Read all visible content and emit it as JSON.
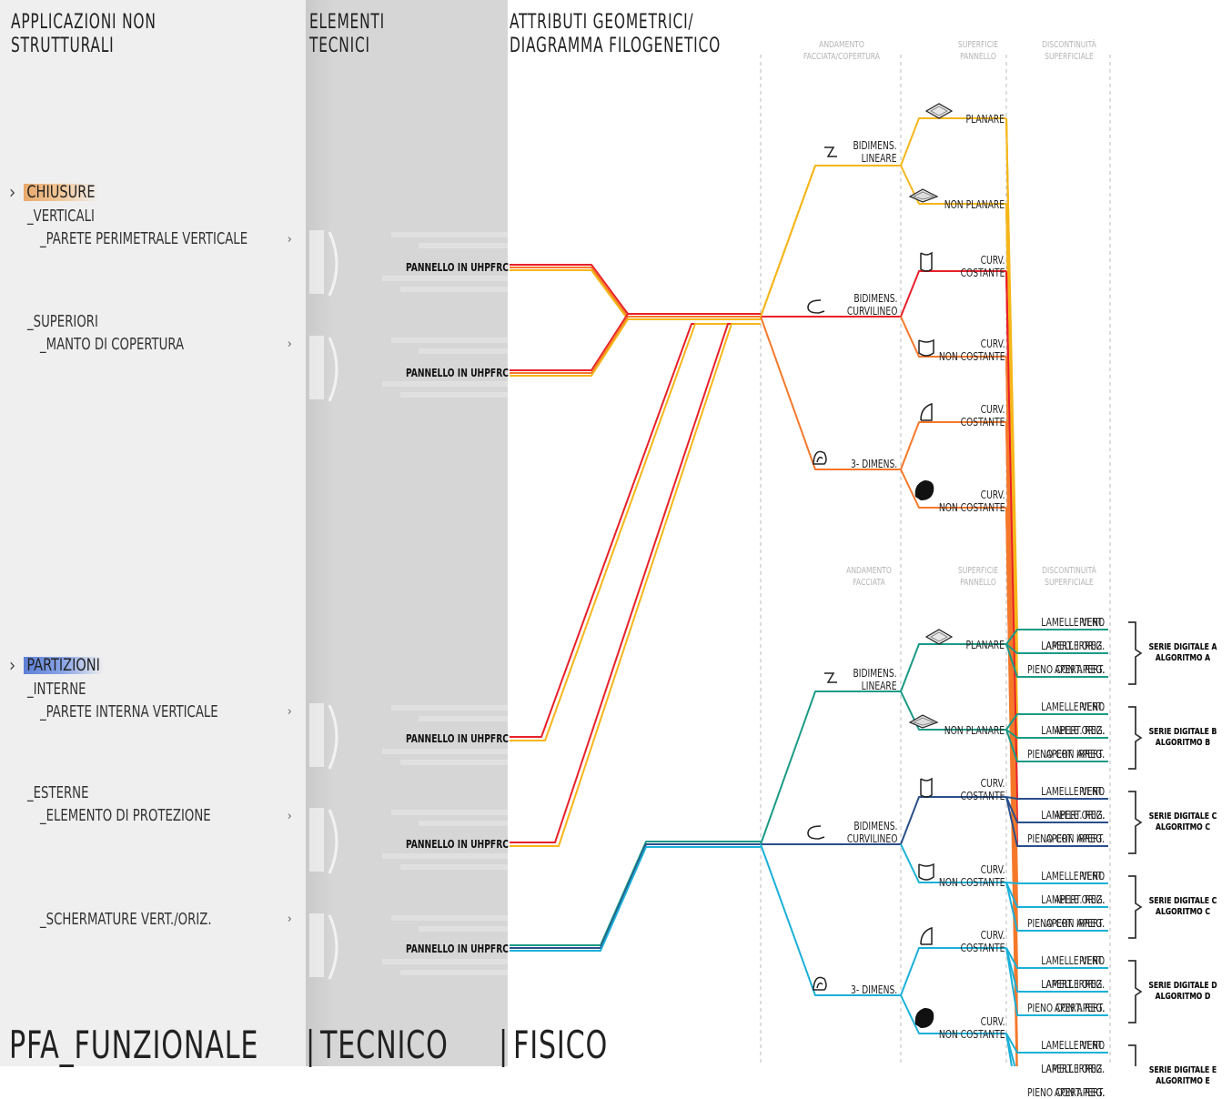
{
  "headers": {
    "applicazioni": "APPLICAZIONI NON\nSTRUTTURALI",
    "elementi": "ELEMENTI\nTECNICI",
    "attributi": "ATTRIBUTI GEOMETRICI/\nDIAGRAMMA FILOGENETICO"
  },
  "col_headers_top": {
    "andamento": "ANDAMENTO\nFACCIATA/COPERTURA",
    "superficie": "SUPERFICIE\nPANNELLO",
    "discontinuita": "DISCONTINUITÀ\nSUPERFICIALE"
  },
  "col_headers_bottom": {
    "andamento": "ANDAMENTO\nFACCIATA",
    "superficie": "SUPERFICIE\nPANNELLO",
    "discontinuita": "DISCONTINUITÀ\nSUPERFICIALE"
  },
  "categories": {
    "chiusure": "CHIUSURE",
    "partizioni": "PARTIZIONI"
  },
  "left": {
    "verticali": "_VERTICALI",
    "parete_perimetrale": "_PARETE PERIMETRALE VERTICALE",
    "superiori": "_SUPERIORI",
    "manto": "_MANTO DI COPERTURA",
    "interne": "_INTERNE",
    "parete_interna": "_PARETE INTERNA VERTICALE",
    "esterne": "_ESTERNE",
    "elemento_protezione": "_ELEMENTO DI PROTEZIONE",
    "schermature": "_SCHERMATURE VERT./ORIZ."
  },
  "panel_label": "PANNELLO IN UHPFRC",
  "top_tree": {
    "bidimens_lineare": "BIDIMENS.\nLINEARE",
    "bidimens_curvilineo": "BIDIMENS.\nCURVILINEO",
    "tridimens": "3- DIMENS.",
    "planare": "PLANARE",
    "non_planare": "NON PLANARE",
    "curv_costante_1": "CURV.\nCOSTANTE",
    "curv_non_costante_1": "CURV.\nNON COSTANTE",
    "curv_costante_2": "CURV.\nCOSTANTE",
    "curv_non_costante_2": "CURV.\nNON COSTANTE",
    "leaves": [
      [
        "PIENO",
        "APERT. IRREG.",
        "APERT. REG."
      ],
      [
        "PIENO",
        "APERT. REG.",
        "APERT. IRREG."
      ],
      [
        "PIENO",
        "APERT. REG.",
        "APERT. IRREG."
      ],
      [
        "PIENO",
        "APERT. REG.",
        "APERT. IRREG."
      ],
      [
        "PIENO",
        "APERT. IRREG.",
        "APERT. REG."
      ],
      [
        "PIENO",
        "APERT. IRREG.",
        "APERT. REG."
      ]
    ],
    "series": [
      "SERIE DIGITALE A\nALGORITMO A",
      "SERIE DIGITALE B\nALGORITMO B",
      "SERIE DIGITALE C\nALGORITMO C",
      "SERIE DIGITALE C\nALGORITMO C",
      "SERIE DIGITALE D\nALGORITMO D",
      "SERIE DIGITALE E\nALGORITMO E"
    ]
  },
  "bottom_tree": {
    "bidimens_lineare": "BIDIMENS.\nLINEARE",
    "bidimens_curvilineo": "BIDIMENS.\nCURVILINEO",
    "tridimens": "3- DIMENS.",
    "planare": "PLANARE",
    "non_planare": "NON PLANARE",
    "curv_costante_1": "CURV.\nCOSTANTE",
    "curv_non_costante_1": "CURV.\nNON COSTANTE",
    "curv_costante_2": "CURV.\nCOSTANTE",
    "curv_non_costante_2": "CURV.\nNON COSTANTE",
    "leaves": [
      [
        "LAMELLE VERT.",
        "LAMELLE ORIZ.",
        "PIENO CON APERT."
      ],
      [
        "LAMELLE VERT.",
        "LAMELLE ORIZ.",
        "PIENO CON APERT."
      ],
      [
        "LAMELLE VERT.",
        "LAMELLE ORIZ.",
        "PIENO CON APERT."
      ],
      [
        "LAMELLE VERT.",
        "LAMELLE ORIZ.",
        "PIENO CON APERT."
      ],
      [
        "LAMELLE VERT.",
        "LAMELLE ORIZ.",
        "PIENO CON APERT."
      ],
      [
        "LAMELLE VERT.",
        "LAMELLE ORIZ.",
        "PIENO CON APERT."
      ]
    ],
    "series": [
      "SERIE DIGITALE A\nALGORITMO A",
      "SERIE DIGITALE B\nALGORITMO B",
      "SERIE DIGITALE C\nALGORITMO C",
      "SERIE DIGITALE C\nALGORITMO C",
      "SERIE DIGITALE D\nALGORITMO D",
      "SERIE DIGITALE E\nALGORITMO E"
    ]
  },
  "footer": {
    "pfa": "PFA_FUNZIONALE",
    "tecnico": "TECNICO",
    "fisico": "FISICO"
  },
  "colors": {
    "yellow": "#f5b61a",
    "orange": "#f5782a",
    "red": "#e8202a",
    "teal": "#1a9a86",
    "navy": "#2a4f8a",
    "cyan": "#1ab0d8",
    "chiusure_highlight": "#e8a86a",
    "partizioni_highlight": "#5c7fd6"
  }
}
